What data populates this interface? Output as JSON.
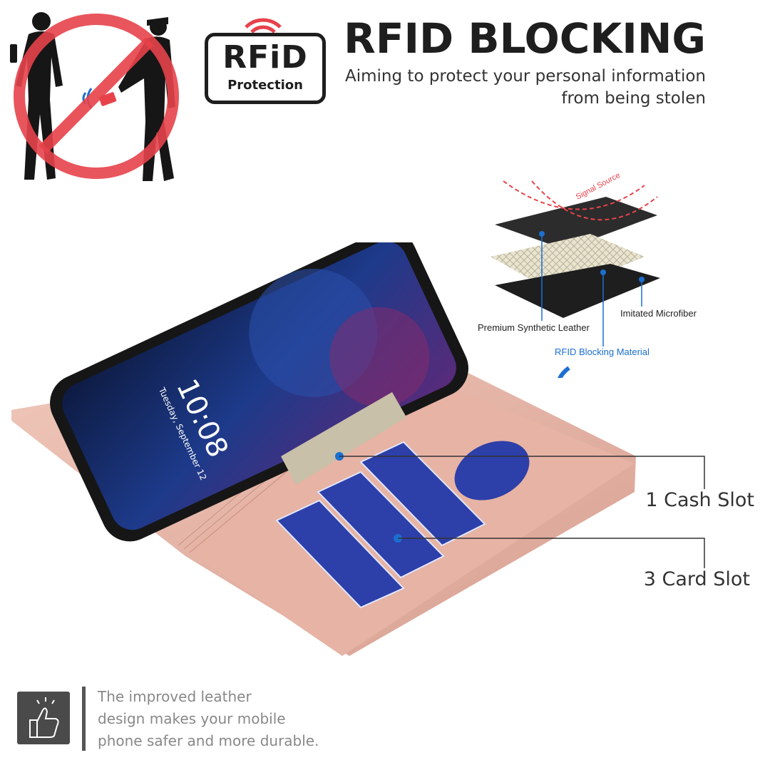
{
  "header": {
    "logo_word": "RFiD",
    "logo_sub": "Protection",
    "title": "RFID BLOCKING",
    "subtitle": "Aiming to protect your personal information from being stolen"
  },
  "layers": {
    "signal_label": "Signal Source",
    "premium_label": "Premium Synthetic Leather",
    "micro_label": "Imitated Microfiber",
    "rfid_label": "RFID Blocking Material"
  },
  "phone": {
    "time": "10:08",
    "date": "Tuesday, September 12"
  },
  "callouts": {
    "cash_slot": "1 Cash Slot",
    "card_slot": "3 Card Slot"
  },
  "footer": {
    "lines": [
      "The improved leather",
      "design makes your mobile",
      "phone safer and more durable."
    ]
  },
  "colors": {
    "accent_blue": "#1b6fd1",
    "prohibit_red": "#e7424a",
    "case_rose_gold": "#e2ae9f",
    "text_dark": "#1e1e1e"
  }
}
